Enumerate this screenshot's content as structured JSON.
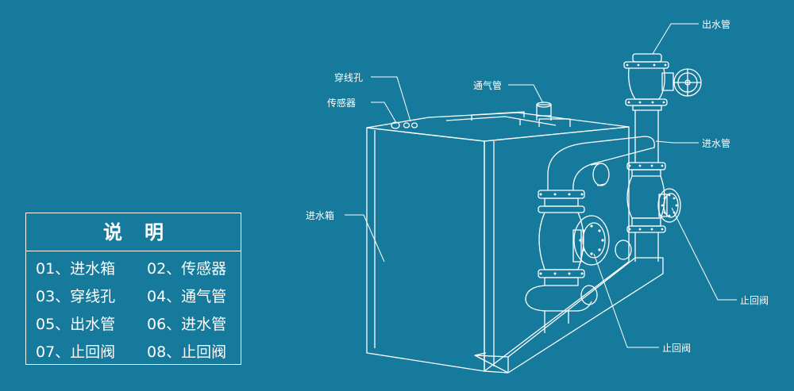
{
  "callouts": {
    "outlet_pipe": "出水管",
    "cable_hole": "穿线孔",
    "vent_pipe": "通气管",
    "sensor": "传感器",
    "inlet_pipe": "进水管",
    "inlet_tank": "进水箱",
    "check_valve_right": "止回阀",
    "check_valve_bottom": "止回阀"
  },
  "legend": {
    "title": "说明",
    "items": [
      "01、进水箱",
      "02、传感器",
      "03、穿线孔",
      "04、通气管",
      "05、出水管",
      "06、进水管",
      "07、止回阀",
      "08、止回阀"
    ]
  },
  "colors": {
    "background": "#157a9b",
    "line": "#ffffff"
  }
}
